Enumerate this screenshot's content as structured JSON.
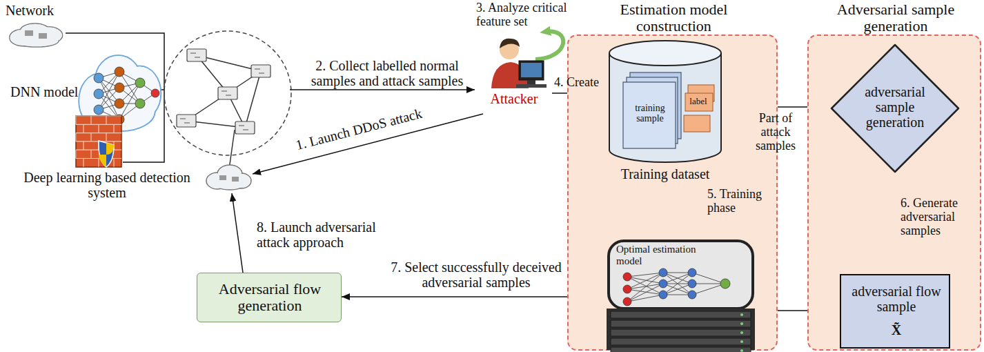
{
  "diagram": {
    "nodes": [
      {
        "text": [
          "Network"
        ]
      },
      {
        "text": [
          "DNN model"
        ]
      },
      {
        "text": [
          "Deep learning based detection system"
        ]
      },
      {
        "text": [
          "Attacker"
        ]
      },
      {
        "text": [
          "Estimation model construction"
        ]
      },
      {
        "text": [
          "training sample",
          "label",
          "Training dataset"
        ],
        "in": 4
      },
      {
        "text": [
          "Optimal estimation model"
        ],
        "in": 4
      },
      {
        "text": [
          "Adversarial sample generation"
        ]
      },
      {
        "text": [
          "adversarial sample generation"
        ],
        "in": 7
      },
      {
        "text": [
          "adversarial flow sample",
          "X̃"
        ],
        "in": 7
      },
      {
        "text": [
          "Adversarial flow generation"
        ]
      }
    ],
    "edges": [
      {
        "from": 3,
        "to": 5,
        "arrow": "to",
        "label": "4. Create"
      },
      {
        "from": 5,
        "to": 8,
        "arrow": "to",
        "label": "Part of attack samples"
      },
      {
        "from": 5,
        "to": 6,
        "arrow": "to",
        "label": "5. Training phase"
      },
      {
        "from": 8,
        "to": 9,
        "arrow": "to",
        "label": "6. Generate adversarial samples"
      },
      {
        "from": 9,
        "to": 6,
        "arrow": "to"
      },
      {
        "from": 6,
        "to": 10,
        "arrow": "to",
        "label": "7. Select successfully deceived adversarial samples"
      }
    ],
    "labels": [
      "3. Analyze critical feature set",
      "2. Collect labelled normal samples and attack samples",
      "1. Launch DDoS attack",
      "8. Launch adversarial attack approach"
    ]
  }
}
